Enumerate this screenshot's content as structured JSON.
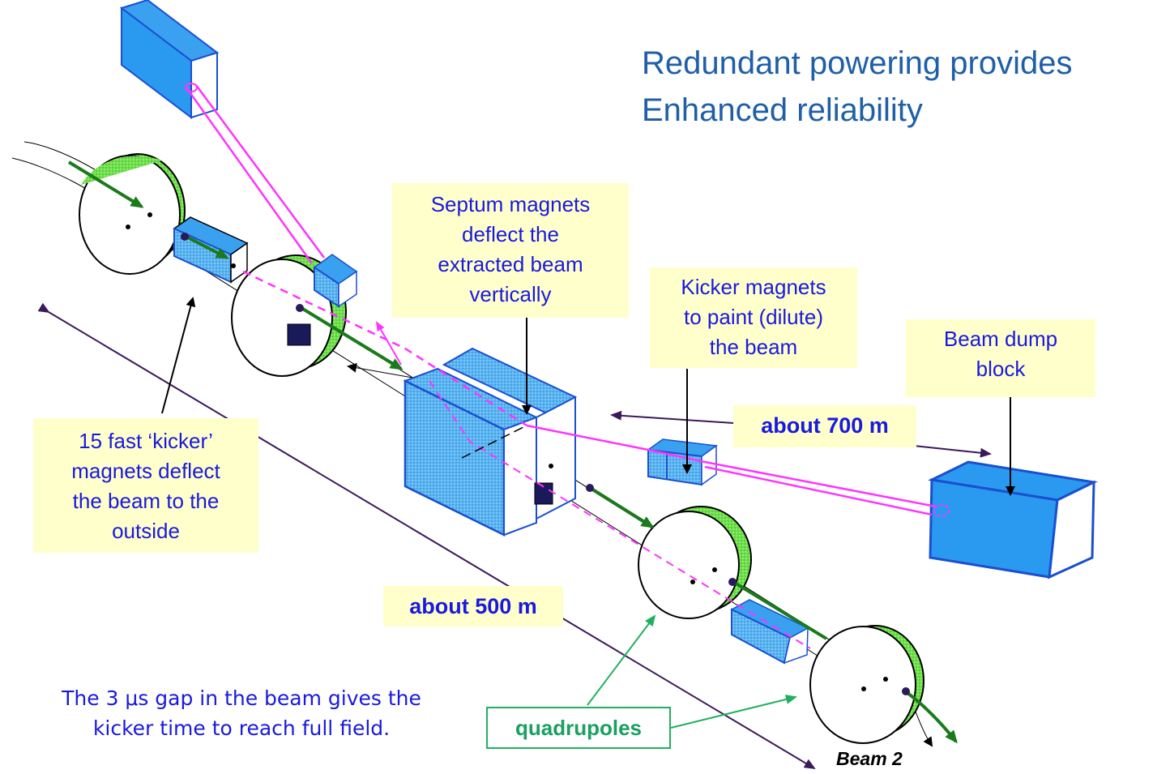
{
  "title": {
    "line1": "Redundant powering provides",
    "line2": "Enhanced reliability"
  },
  "labels": {
    "septum": [
      "Septum magnets",
      "deflect the",
      "extracted beam",
      "vertically"
    ],
    "kicker_paint": [
      "Kicker magnets",
      "to paint (dilute)",
      "the beam"
    ],
    "beam_dump": [
      "Beam dump",
      "block"
    ],
    "fast_kicker": [
      "15 fast ‘kicker’",
      "magnets deflect",
      "the beam to the",
      "outside"
    ],
    "distance_700": "about 700 m",
    "distance_500": "about 500 m",
    "quadrupoles": "quadrupoles",
    "beam_name": "Beam 2",
    "gap_note": [
      "The 3 μs gap in the beam gives the",
      "kicker time to reach full field."
    ]
  },
  "colors": {
    "title": "#1f5fa8",
    "label_text": "#1a1adc",
    "note_background": "#ffffcc",
    "magnet_blue": "#3aa0f0",
    "quadrupole_green": "#66dd44",
    "beam_green": "#1b7a1b",
    "extracted_beam": "#ff33ff",
    "distance_arrow": "#4a1a6a",
    "quadrupole_label": "#20b060"
  }
}
